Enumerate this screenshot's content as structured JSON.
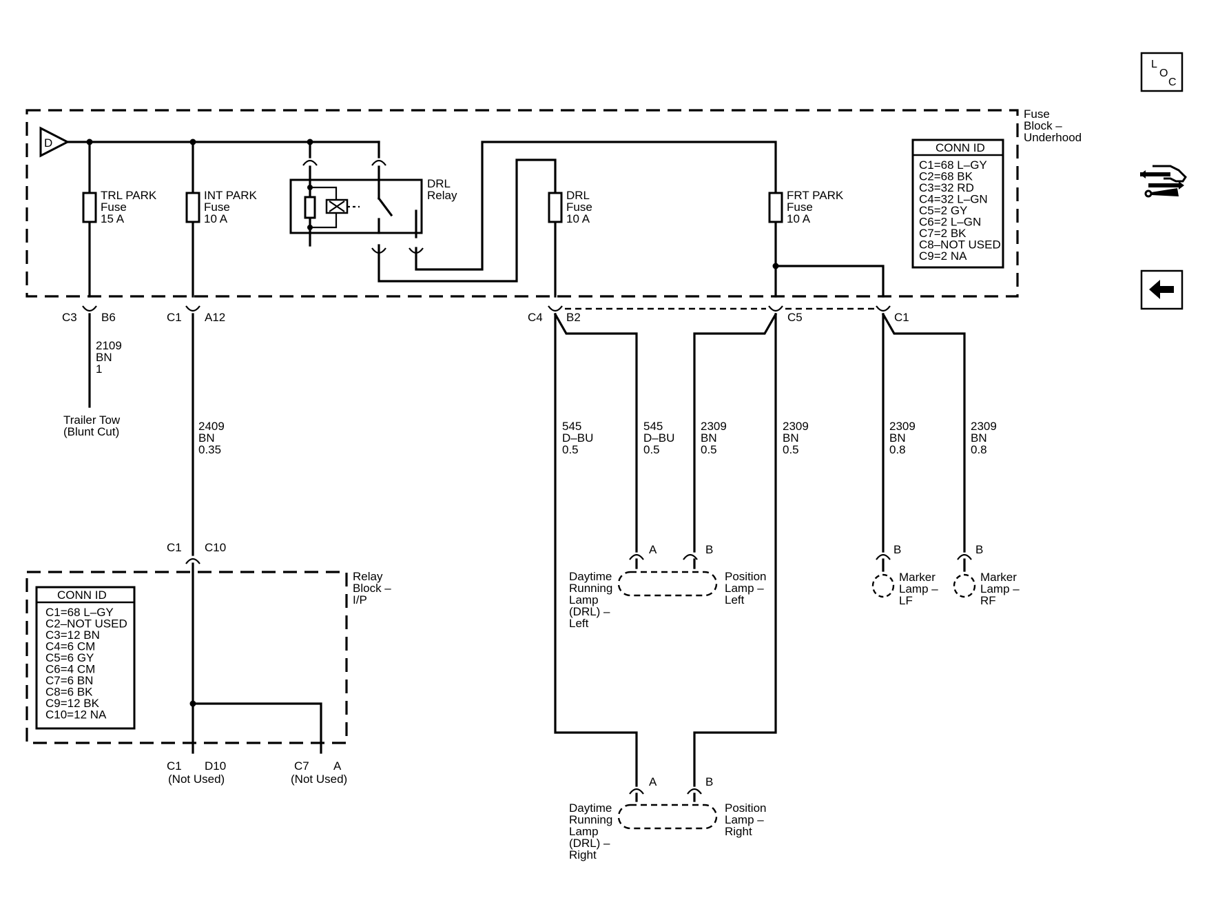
{
  "nav": {
    "loc_letters": [
      "L",
      "O",
      "C"
    ],
    "icons": [
      "loc-icon",
      "component-locator-icon",
      "back-arrow-icon"
    ]
  },
  "fuse_block": {
    "label": [
      "Fuse",
      "Block –",
      "Underhood"
    ],
    "source_symbol": "D",
    "conn_id": {
      "title": "CONN ID",
      "items": [
        "C1=68 L–GY",
        "C2=68 BK",
        "C3=32 RD",
        "C4=32 L–GN",
        "C5=2 GY",
        "C6=2 L–GN",
        "C7=2 BK",
        "C8–NOT USED",
        "C9=2 NA"
      ]
    },
    "fuses": [
      {
        "name": "TRL PARK",
        "type": "Fuse",
        "rating": "15 A"
      },
      {
        "name": "INT PARK",
        "type": "Fuse",
        "rating": "10 A"
      },
      {
        "name": "DRL",
        "type": "Fuse",
        "rating": "10 A"
      },
      {
        "name": "FRT PARK",
        "type": "Fuse",
        "rating": "10 A"
      }
    ],
    "relay": {
      "name": "DRL",
      "type": "Relay"
    }
  },
  "connectors": {
    "c3_b6": {
      "conn": "C3",
      "pin": "B6"
    },
    "c1_a12": {
      "conn": "C1",
      "pin": "A12"
    },
    "c4_b2": {
      "conn": "C4",
      "pin": "B2"
    },
    "c5": {
      "conn": "C5"
    },
    "c1_right": {
      "conn": "C1"
    },
    "c1_c10": {
      "conn": "C1",
      "pin": "C10"
    },
    "c1_d10": {
      "conn": "C1",
      "pin": "D10",
      "note": "(Not Used)"
    },
    "c7_a": {
      "conn": "C7",
      "pin": "A",
      "note": "(Not Used)"
    }
  },
  "wires": [
    {
      "circuit": "2109",
      "color": "BN",
      "size": "1"
    },
    {
      "circuit": "2409",
      "color": "BN",
      "size": "0.35"
    },
    {
      "circuit": "545",
      "color": "D–BU",
      "size": "0.5"
    },
    {
      "circuit": "545",
      "color": "D–BU",
      "size": "0.5"
    },
    {
      "circuit": "2309",
      "color": "BN",
      "size": "0.5"
    },
    {
      "circuit": "2309",
      "color": "BN",
      "size": "0.5"
    },
    {
      "circuit": "2309",
      "color": "BN",
      "size": "0.8"
    },
    {
      "circuit": "2309",
      "color": "BN",
      "size": "0.8"
    }
  ],
  "trailer_tow": [
    "Trailer Tow",
    "(Blunt Cut)"
  ],
  "relay_block": {
    "label": [
      "Relay",
      "Block –",
      "I/P"
    ],
    "conn_id": {
      "title": "CONN ID",
      "items": [
        "C1=68 L–GY",
        "C2–NOT USED",
        "C3=12 BN",
        "C4=6 CM",
        "C5=6 GY",
        "C6=4 CM",
        "C7=6 BN",
        "C8=6 BK",
        "C9=12 BK",
        "C10=12 NA"
      ]
    }
  },
  "lamps": {
    "drl_left": {
      "label": [
        "Daytime",
        "Running",
        "Lamp",
        "(DRL) –",
        "Left"
      ],
      "pin": "A"
    },
    "pos_left": {
      "label": [
        "Position",
        "Lamp –",
        "Left"
      ],
      "pin": "B"
    },
    "marker_lf": {
      "label": [
        "Marker",
        "Lamp –",
        "LF"
      ],
      "pin": "B"
    },
    "marker_rf": {
      "label": [
        "Marker",
        "Lamp –",
        "RF"
      ],
      "pin": "B"
    },
    "drl_right": {
      "label": [
        "Daytime",
        "Running",
        "Lamp",
        "(DRL) –",
        "Right"
      ],
      "pin": "A"
    },
    "pos_right": {
      "label": [
        "Position",
        "Lamp –",
        "Right"
      ],
      "pin": "B"
    }
  }
}
